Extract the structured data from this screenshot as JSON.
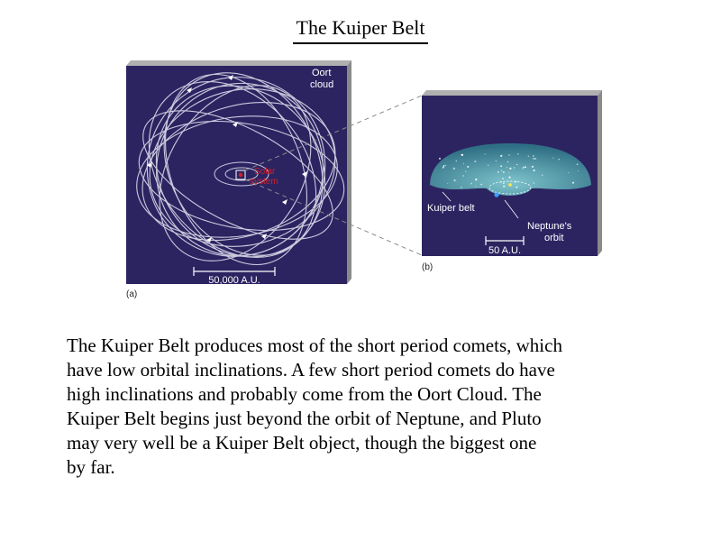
{
  "slide": {
    "title": "The Kuiper Belt"
  },
  "figure_a": {
    "panel_label": "(a)",
    "oort_label_line1": "Oort",
    "oort_label_line2": "cloud",
    "solar_label_line1": "Solar",
    "solar_label_line2": "system",
    "scale_label": "50,000 A.U."
  },
  "figure_b": {
    "panel_label": "(b)",
    "kuiper_label": "Kuiper belt",
    "neptune_label_line1": "Neptune's",
    "neptune_label_line2": "orbit",
    "scale_label": "50 A.U."
  },
  "body_lines": [
    "The Kuiper Belt produces most of the short period comets, which",
    "have low orbital inclinations.  A few short period comets do have",
    "high inclinations and probably come from the Oort Cloud.  The",
    "Kuiper Belt begins just beyond the orbit of Neptune, and Pluto",
    "may very well be a Kuiper Belt object, though the biggest one",
    "by far."
  ],
  "colors": {
    "panel_bg": "#2c2461",
    "panel_side": "#8a8a8a",
    "orbit_white": "#e8e8f4",
    "solar_red": "#d0202a",
    "kuiper_teal": "#4d9aa6"
  }
}
